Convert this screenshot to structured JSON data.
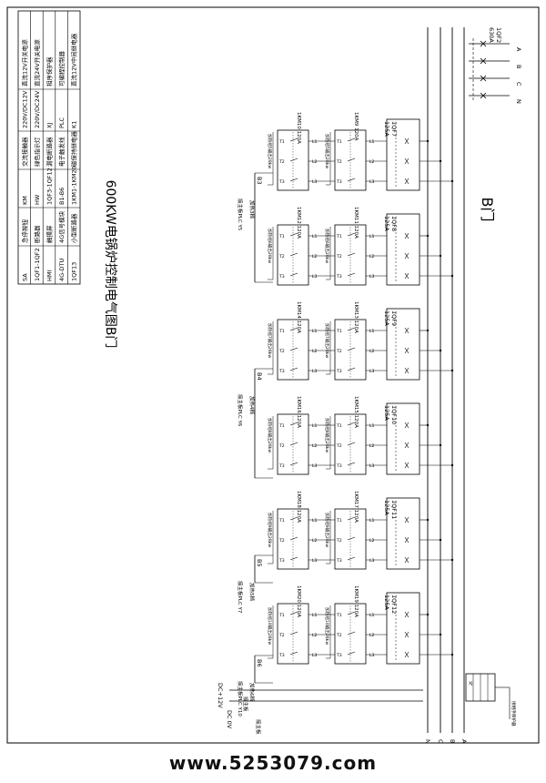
{
  "title": "600KW电锅炉控制电气图B门",
  "door_label": "B门",
  "legend": {
    "rows": [
      {
        "c1": "SA",
        "c2": "急停按钮",
        "c3": "KM",
        "c4": "交流接触器",
        "c5": "220V/DC12V",
        "c6": "直流12V开关电源"
      },
      {
        "c1": "1QF1-1QF2",
        "c2": "断路器",
        "c3": "HW",
        "c4": "绿色指示灯",
        "c5": "220V/DC24V",
        "c6": "直流24V开关电源"
      },
      {
        "c1": "HMI",
        "c2": "触摸屏",
        "c3": "1QF3-1QF12",
        "c4": "漏电断路器",
        "c5": "XJ",
        "c6": "相序保护器"
      },
      {
        "c1": "4G-DTU",
        "c2": "4G信号模块",
        "c3": "B1-B6",
        "c4": "电子触发线",
        "c5": "PLC",
        "c6": "可编程控制器"
      },
      {
        "c1": "1QF13",
        "c2": "小型断路器",
        "c3": "1KM1-1KM20",
        "c4": "磁保持继电器",
        "c5": "K1",
        "c6": "直流12V中间继电器"
      }
    ]
  },
  "main_breaker": {
    "name": "1QF2",
    "rating": "630A"
  },
  "bus_labels": [
    "A",
    "B",
    "C",
    "N"
  ],
  "bottom_bus_labels": [
    "N",
    "C",
    "B",
    "A"
  ],
  "phase_terminal_labels": [
    "T1",
    "T2",
    "T3"
  ],
  "load_terminal_labels": [
    "L1",
    "L2",
    "L3"
  ],
  "rows": [
    {
      "breaker": "1QF7",
      "rating": "125A",
      "c1": "1KM9 120A",
      "c2": "1KM10 120A",
      "h1": "加热组5输出28kw",
      "h2": "加热组5输出28kw",
      "bus": "B3"
    },
    {
      "breaker": "1QF8",
      "rating": "125A",
      "c1": "1KM11 120A",
      "c2": "1KM12 120A",
      "h1": "加热组6输出28kw",
      "h2": "加热组6输出28kw",
      "bus": "B3"
    },
    {
      "breaker": "1QF9",
      "rating": "125A",
      "c1": "1KM13 120A",
      "c2": "1KM14 120A",
      "h1": "加热组7输出28kw",
      "h2": "加热组7输出28kw",
      "bus": "B4"
    },
    {
      "breaker": "1QF10",
      "rating": "125A",
      "c1": "1KM15 120A",
      "c2": "1KM16 120A",
      "h1": "加热组8输出28kw",
      "h2": "加热组8输出28kw",
      "bus": "B4"
    },
    {
      "breaker": "1QF11",
      "rating": "125A",
      "c1": "1KM17 120A",
      "c2": "1KM18 120A",
      "h1": "加热组9输出28kw",
      "h2": "加热组9输出28kw",
      "bus": "B5"
    },
    {
      "breaker": "1QF12",
      "rating": "125A",
      "c1": "1KM19 120A",
      "c2": "1KM20 120A",
      "h1": "加热组10输出28kw",
      "h2": "加热组10输出28kw",
      "bus": "B6"
    }
  ],
  "groups": [
    {
      "bus": "B3",
      "group": "加热3档",
      "plc": "接主板PLC Y5"
    },
    {
      "bus": "B4",
      "group": "加热4档",
      "plc": "接主板PLC Y6"
    },
    {
      "bus": "B5",
      "group": "加热5档",
      "plc": "接主板PLC Y7"
    },
    {
      "bus": "B6",
      "group": "加热6档",
      "plc": "接主板PLC Y10"
    }
  ],
  "dc": {
    "plus": "DC+12V",
    "zero": "DC 0V",
    "note1": "接主板",
    "note2": "接主板"
  },
  "phase_protector": {
    "name": "XJ",
    "note": "接相序保护器"
  },
  "watermark": "www.5253079.com"
}
